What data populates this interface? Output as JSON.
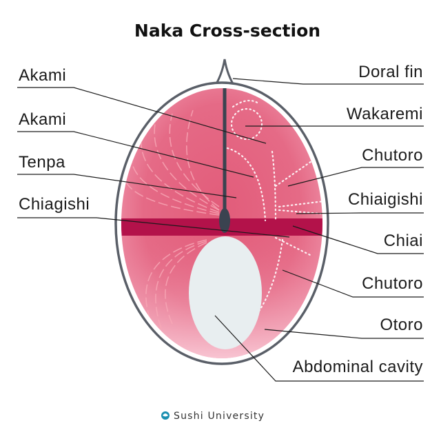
{
  "title": "Naka Cross-section",
  "labels": {
    "left": [
      "Akami",
      "Akami",
      "Tenpa",
      "Chiagishi"
    ],
    "right": [
      "Doral fin",
      "Wakaremi",
      "Chutoro",
      "Chiaigishi",
      "Chiai",
      "Chutoro",
      "Otoro",
      "Abdominal cavity"
    ]
  },
  "footer": "Sushi University",
  "colors": {
    "flesh": "#e25c7a",
    "flesh_light": "#f3a3b8",
    "chiai_band": "#b3124a",
    "outline": "#5a5f68",
    "cavity": "#e8eef0",
    "spine": "#3b4350",
    "logo": "#1a8fb0"
  }
}
